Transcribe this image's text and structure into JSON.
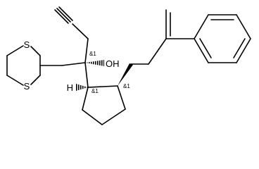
{
  "molecule": {
    "atoms": {
      "s_top": "S",
      "s_bottom": "S",
      "oh": "OH",
      "h": "H"
    },
    "stereo_labels": {
      "c_quaternary": "&1",
      "c_ring_left": "&1",
      "c_ring_right": "&1"
    }
  }
}
